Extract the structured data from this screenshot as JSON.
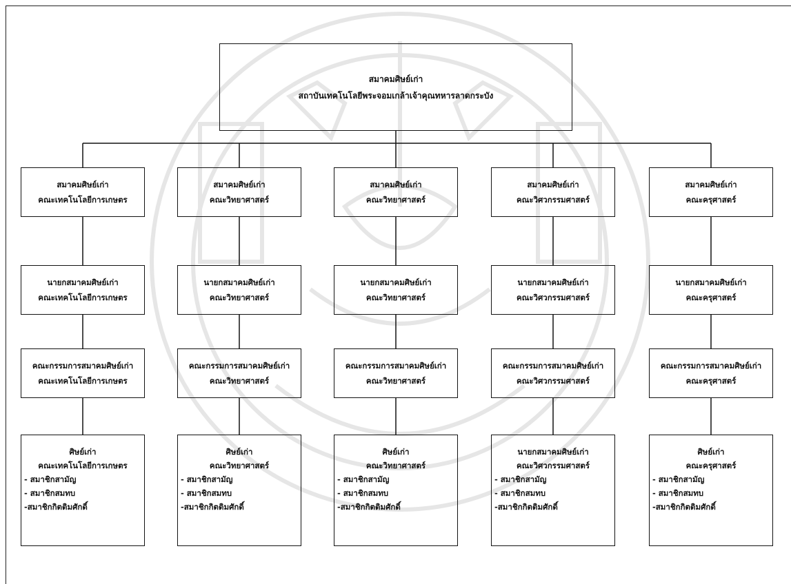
{
  "root": {
    "line1": "สมาคมศิษย์เก่า",
    "line2": "สถาบันเทคโนโลยีพระจอมเกล้าเจ้าคุณทหารลาดกระบัง"
  },
  "columns": [
    {
      "assoc": [
        "สมาคมศิษย์เก่า",
        "คณะเทคโนโลยีการเกษตร"
      ],
      "president": [
        "นายกสมาคมศิษย์เก่า",
        "คณะเทคโนโลยีการเกษตร"
      ],
      "committee": [
        "คณะกรรมการสมาคมศิษย์เก่า",
        "คณะเทคโนโลยีการเกษตร"
      ],
      "members": {
        "title": [
          "ศิษย์เก่า",
          "คณะเทคโนโลยีการเกษตร"
        ],
        "items": [
          "- สมาชิกสามัญ",
          "- สมาชิกสมทบ",
          "-สมาชิกกิตติมศักดิ์"
        ]
      }
    },
    {
      "assoc": [
        "สมาคมศิษย์เก่า",
        "คณะวิทยาศาสตร์"
      ],
      "president": [
        "นายกสมาคมศิษย์เก่า",
        "คณะวิทยาศาสตร์"
      ],
      "committee": [
        "คณะกรรมการสมาคมศิษย์เก่า",
        "คณะวิทยาศาสตร์"
      ],
      "members": {
        "title": [
          "ศิษย์เก่า",
          "คณะวิทยาศาสตร์"
        ],
        "items": [
          "- สมาชิกสามัญ",
          "- สมาชิกสมทบ",
          "-สมาชิกกิตติมศักดิ์"
        ]
      }
    },
    {
      "assoc": [
        "สมาคมศิษย์เก่า",
        "คณะวิทยาศาสตร์"
      ],
      "president": [
        "นายกสมาคมศิษย์เก่า",
        "คณะวิทยาศาสตร์"
      ],
      "committee": [
        "คณะกรรมการสมาคมศิษย์เก่า",
        "คณะวิทยาศาสตร์"
      ],
      "members": {
        "title": [
          "ศิษย์เก่า",
          "คณะวิทยาศาสตร์"
        ],
        "items": [
          "- สมาชิกสามัญ",
          "- สมาชิกสมทบ",
          "-สมาชิกกิตติมศักดิ์"
        ]
      }
    },
    {
      "assoc": [
        "สมาคมศิษย์เก่า",
        "คณะวิศวกรรมศาสตร์"
      ],
      "president": [
        "นายกสมาคมศิษย์เก่า",
        "คณะวิศวกรรมศาสตร์"
      ],
      "committee": [
        "คณะกรรมการสมาคมศิษย์เก่า",
        "คณะวิศวกรรมศาสตร์"
      ],
      "members": {
        "title": [
          "นายกสมาคมศิษย์เก่า",
          "คณะวิศวกรรมศาสตร์"
        ],
        "items": [
          "- สมาชิกสามัญ",
          "- สมาชิกสมทบ",
          "-สมาชิกกิตติมศักดิ์"
        ]
      }
    },
    {
      "assoc": [
        "สมาคมศิษย์เก่า",
        "คณะครุศาสตร์"
      ],
      "president": [
        "นายกสมาคมศิษย์เก่า",
        "คณะครุศาสตร์"
      ],
      "committee": [
        "คณะกรรมการสมาคมศิษย์เก่า",
        "คณะครุศาสตร์"
      ],
      "members": {
        "title": [
          "ศิษย์เก่า",
          "คณะครุศาสตร์"
        ],
        "items": [
          "- สมาชิกสามัญ",
          "- สมาชิกสมทบ",
          "-สมาชิกกิตติมศักดิ์"
        ]
      }
    }
  ]
}
